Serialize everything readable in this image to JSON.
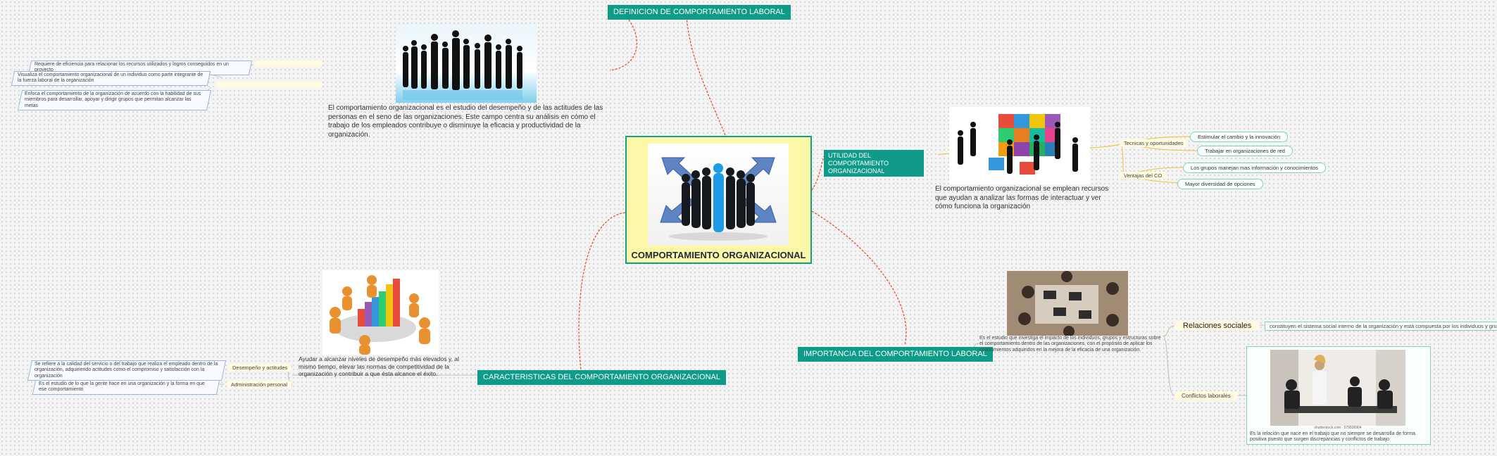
{
  "central": {
    "title": "COMPORTAMIENTO ORGANIZACIONAL"
  },
  "definicion": {
    "title": "DEFINICION DE COMPORTAMIENTO LABORAL",
    "text": "El comportamiento organizacional es el estudio del desempeño y de las actitudes de las personas en el seno de las organizaciones. Este campo centra su análisis en cómo el trabajo de los empleados contribuye o disminuye la eficacia y productividad de la organización.",
    "items": [
      "Requiere de eficiencia para relacionar los recursos utilizados y logros conseguidos en un proyecto",
      "Visualiza el comportamiento organizacional de un individuo como parte integrante de la fuerza laboral de la organización",
      "Enfoca el comportamiento de la organización de acuerdo con la habilidad de sus miembros para desarrollar, apoyar y dirigir grupos que permitan alcanzar las metas"
    ]
  },
  "utilidad": {
    "title": "UTILIDAD DEL COMPORTAMIENTO ORGANIZACIONAL",
    "text": "El comportamiento organizacional se emplean recursos que ayudan a analizar las formas de interactuar y ver cómo funciona la organización",
    "groups": [
      {
        "label": "Tecnicas y oportunidades",
        "items": [
          "Estimular el cambio y la innovación",
          "Trabajar en organizaciones de red"
        ]
      },
      {
        "label": "Ventajas del CO",
        "items": [
          "Los grupos manejan mas información y conocimientos",
          "Mayor diversidad de opciones"
        ]
      }
    ]
  },
  "caracteristicas": {
    "title": "CARACTERISTICAS DEL COMPORTAMIENTO ORGANIZACIONAL",
    "text": "Ayudar a alcanzar niveles de desempeño más elevados y, al mismo tiempo, elevar las normas de competitividad de la organización y contribuir a que ésta alcance el éxito.",
    "groups": [
      {
        "label": "Desempeño y actitudes",
        "item": "Se refiere a la calidad del servicio o del trabajo que realiza el empleado dentro de la organización, adquiriendo actitudes como el compromiso y satisfacción con la organización"
      },
      {
        "label": "Administración personal",
        "item": "Es el estudio de lo que la gente hace en una organización y la forma en que ese comportamiento"
      }
    ]
  },
  "importancia": {
    "title": "IMPORTANCIA DEL COMPORTAMIENTO LABORAL",
    "text": "Es el estudio que investiga el impacto de los individuos, grupos y estructuras sobre el comportamiento dentro de las organizaciones, con el propósito de aplicar los conocimientos adquiridos en la mejora de la eficacia de una organización.",
    "relaciones": {
      "label": "Relaciones sociales",
      "text": "constituyen el sistema social interno de la organización y  está compuesta por los individuos y grupos"
    },
    "conflictos": {
      "label": "Conflictos laborales",
      "caption": "shutterstock.com · 579936904",
      "text": "Es la relación que nace en el trabajo que no siempre se desarrolla de forma positiva puesto que surgen discrepancias y conflictos de trabajo"
    }
  },
  "colors": {
    "topic": "#0e9b87",
    "central_bg": "#fdf7a8",
    "link": "#e8522a"
  }
}
